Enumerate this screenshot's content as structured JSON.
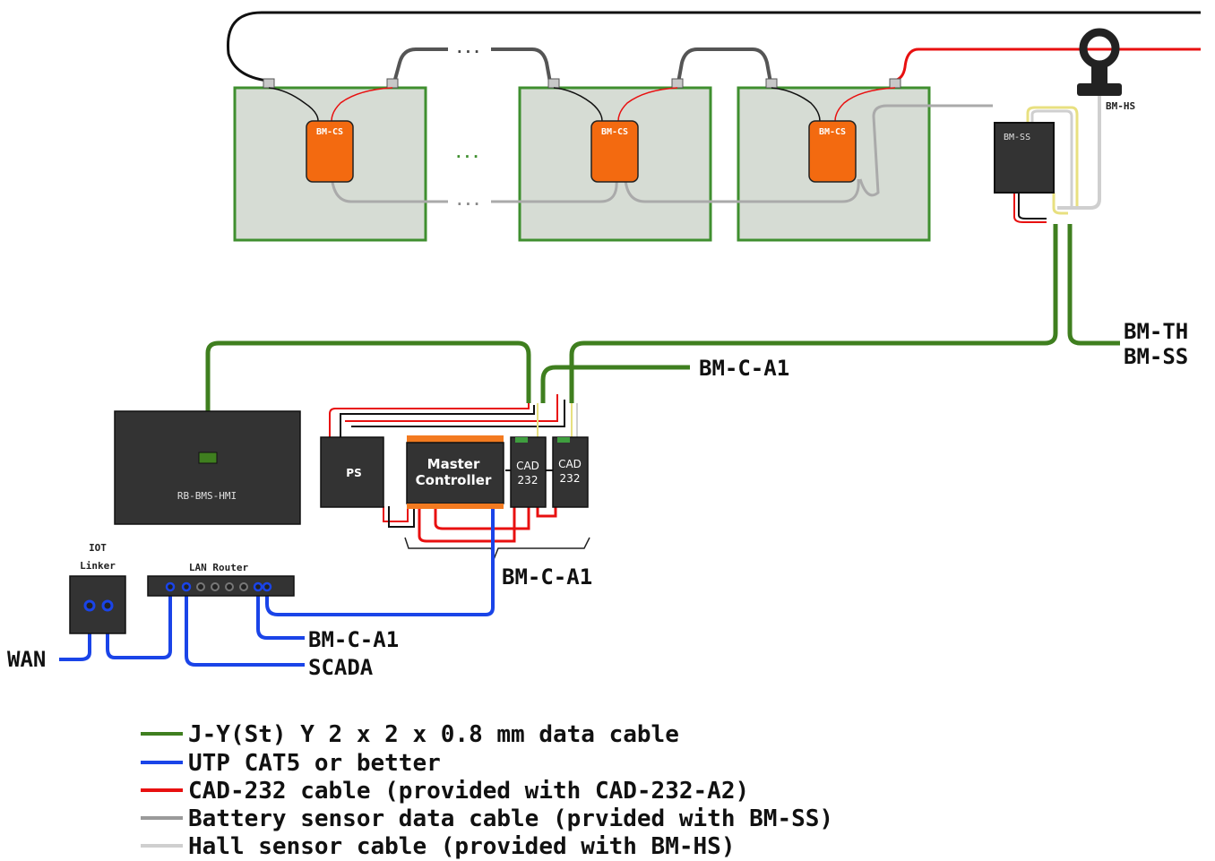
{
  "battery_string": {
    "cell_sensor_labels": [
      "BM-CS",
      "BM-CS",
      "BM-CS"
    ],
    "between_cells_ellipsis": "...",
    "wire_ellipsis": "...",
    "hall_sensor_label": "BM-HS",
    "string_sensor_label": "BM-SS"
  },
  "cabinet": {
    "hmi_label": "RB-BMS-HMI",
    "ps_label": "PS",
    "master_controller_label": [
      "Master",
      "Controller"
    ],
    "cad_modules": [
      {
        "line1": "CAD",
        "line2": "232"
      },
      {
        "line1": "CAD",
        "line2": "232"
      }
    ]
  },
  "network": {
    "iot_label": [
      "IOT",
      "Linker"
    ],
    "router_label": "LAN Router"
  },
  "connection_labels": {
    "bm_th": "BM-TH",
    "bm_ss": "BM-SS",
    "bm_c_a1_top": "BM-C-A1",
    "bm_c_a1_brace": "BM-C-A1",
    "bm_c_a1_lan": "BM-C-A1",
    "scada": "SCADA",
    "wan": "WAN"
  },
  "legend": [
    {
      "color": "#3f7f1f",
      "text": "J-Y(St) Y 2 x 2 x 0.8 mm data cable"
    },
    {
      "color": "#1a44e8",
      "text": "UTP CAT5 or better"
    },
    {
      "color": "#e81010",
      "text": "CAD-232 cable (provided with CAD-232-A2)"
    },
    {
      "color": "#9a9a9a",
      "text": "Battery sensor data cable (prvided with BM-SS)"
    },
    {
      "color": "#cfcfcf",
      "text": "Hall sensor cable (provided with BM-HS)"
    }
  ],
  "colors": {
    "battery_fill": "#d6dcd4",
    "battery_border": "#3f8f2f",
    "sensor_fill": "#f36a10",
    "device_dark": "#333333",
    "data_green": "#3f7f1f",
    "utp_blue": "#1a44e8",
    "cad_red": "#e81010",
    "sensor_gray": "#aaaaaa",
    "yellow": "#e8e080"
  }
}
